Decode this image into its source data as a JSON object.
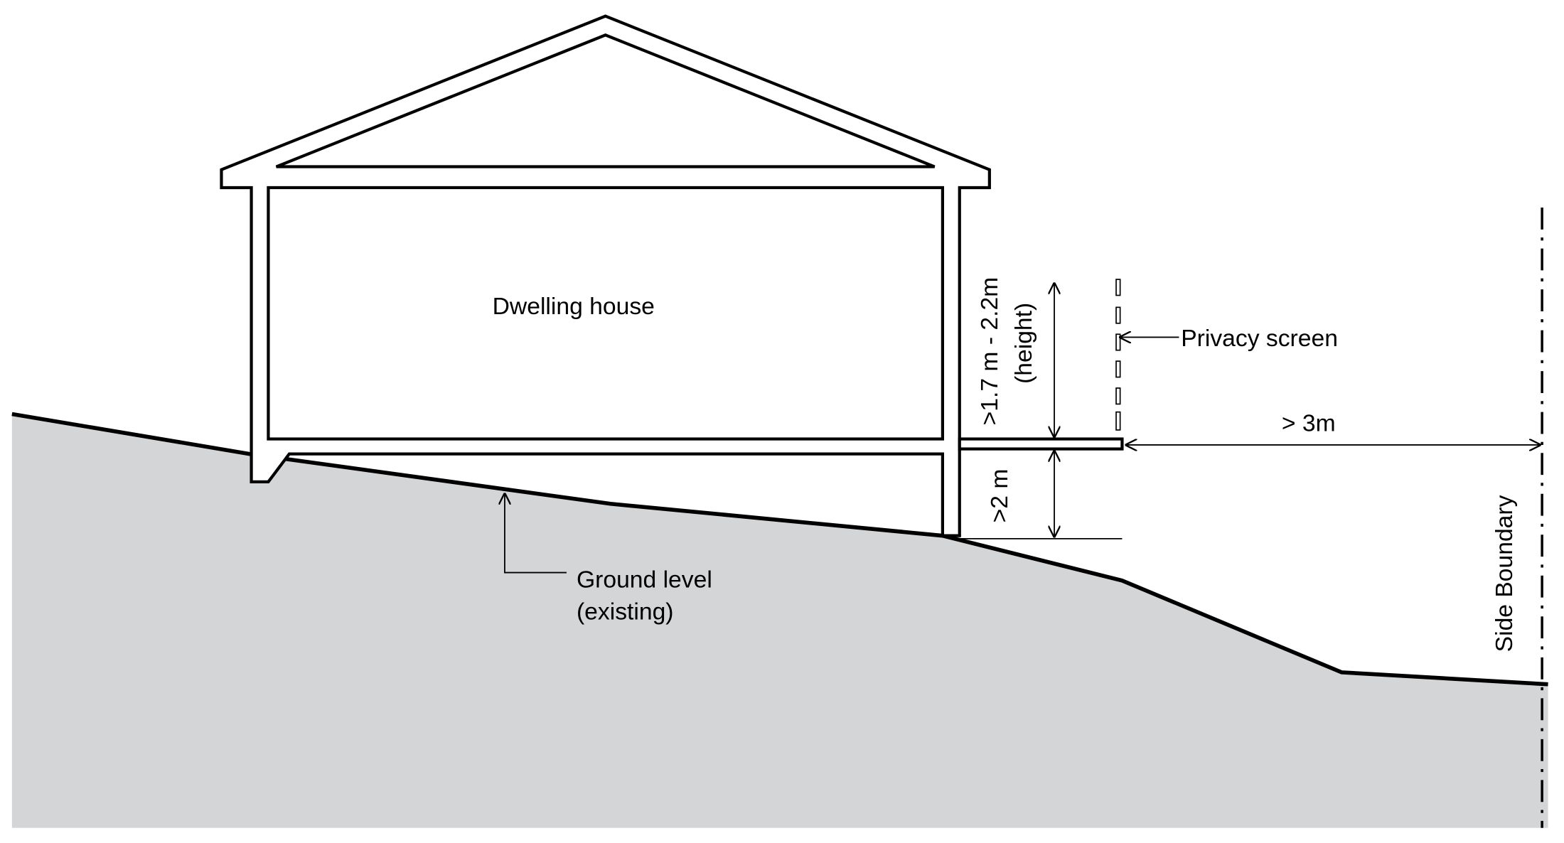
{
  "labels": {
    "dwelling": "Dwelling house",
    "privacy_screen": "Privacy screen",
    "height_range": ">1.7 m - 2.2m",
    "height_note": "(height)",
    "deck_height": ">2 m",
    "boundary_distance": "> 3m",
    "ground_level": "Ground level",
    "ground_level_note": "(existing)",
    "side_boundary": "Side Boundary"
  },
  "colors": {
    "ground": "#d4d5d7",
    "line": "#000000"
  }
}
